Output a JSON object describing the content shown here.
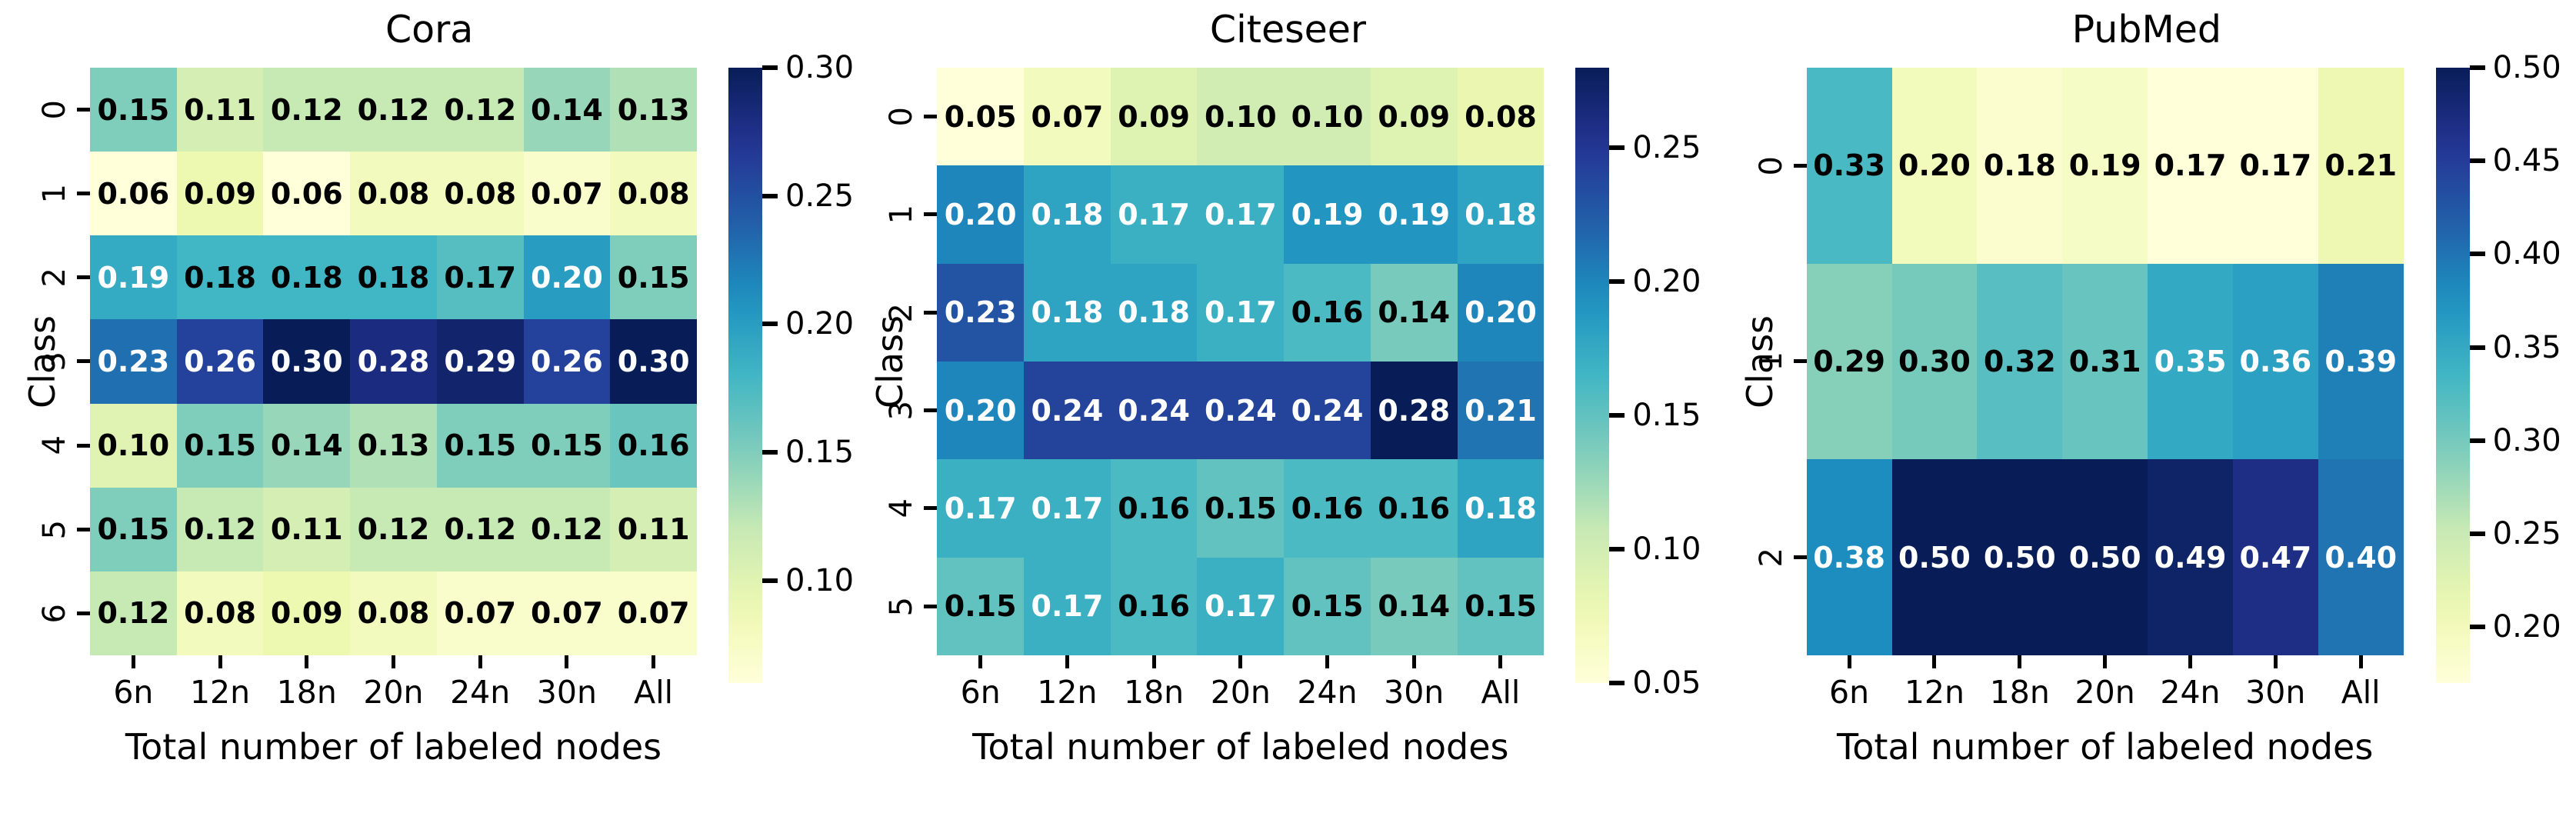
{
  "figure": {
    "columns": [
      "6n",
      "12n",
      "18n",
      "20n",
      "24n",
      "30n",
      "All"
    ],
    "xlabel": "Total number of labeled nodes",
    "ylabel": "Class",
    "colormap": "YlGnBu",
    "text_dark": "#000000",
    "text_light": "#ffffff"
  },
  "chart_data": [
    {
      "type": "heatmap",
      "title": "Cora",
      "xlabel": "Total number of labeled nodes",
      "ylabel": "Class",
      "x_tick_labels": [
        "6n",
        "12n",
        "18n",
        "20n",
        "24n",
        "30n",
        "All"
      ],
      "y_tick_labels": [
        "0",
        "1",
        "2",
        "3",
        "4",
        "5",
        "6"
      ],
      "colormap": "YlGnBu",
      "vmin": 0.06,
      "vmax": 0.3,
      "colorbar_ticks": [
        "0.10",
        "0.15",
        "0.20",
        "0.25",
        "0.30"
      ],
      "colorbar_tick_values": [
        0.1,
        0.15,
        0.2,
        0.25,
        0.3
      ],
      "grid": false,
      "annotated": true,
      "values": [
        [
          0.15,
          0.11,
          0.12,
          0.12,
          0.12,
          0.14,
          0.13
        ],
        [
          0.06,
          0.09,
          0.06,
          0.08,
          0.08,
          0.07,
          0.08
        ],
        [
          0.19,
          0.18,
          0.18,
          0.18,
          0.17,
          0.2,
          0.15
        ],
        [
          0.23,
          0.26,
          0.3,
          0.28,
          0.29,
          0.26,
          0.3
        ],
        [
          0.1,
          0.15,
          0.14,
          0.13,
          0.15,
          0.15,
          0.16
        ],
        [
          0.15,
          0.12,
          0.11,
          0.12,
          0.12,
          0.12,
          0.11
        ],
        [
          0.12,
          0.08,
          0.09,
          0.08,
          0.07,
          0.07,
          0.07
        ]
      ],
      "labels": [
        [
          "0.15",
          "0.11",
          "0.12",
          "0.12",
          "0.12",
          "0.14",
          "0.13"
        ],
        [
          "0.06",
          "0.09",
          "0.06",
          "0.08",
          "0.08",
          "0.07",
          "0.08"
        ],
        [
          "0.19",
          "0.18",
          "0.18",
          "0.18",
          "0.17",
          "0.20",
          "0.15"
        ],
        [
          "0.23",
          "0.26",
          "0.30",
          "0.28",
          "0.29",
          "0.26",
          "0.30"
        ],
        [
          "0.10",
          "0.15",
          "0.14",
          "0.13",
          "0.15",
          "0.15",
          "0.16"
        ],
        [
          "0.15",
          "0.12",
          "0.11",
          "0.12",
          "0.12",
          "0.12",
          "0.11"
        ],
        [
          "0.12",
          "0.08",
          "0.09",
          "0.08",
          "0.07",
          "0.07",
          "0.07"
        ]
      ]
    },
    {
      "type": "heatmap",
      "title": "Citeseer",
      "xlabel": "Total number of labeled nodes",
      "ylabel": "Class",
      "x_tick_labels": [
        "6n",
        "12n",
        "18n",
        "20n",
        "24n",
        "30n",
        "All"
      ],
      "y_tick_labels": [
        "0",
        "1",
        "2",
        "3",
        "4",
        "5"
      ],
      "colormap": "YlGnBu",
      "vmin": 0.05,
      "vmax": 0.28,
      "colorbar_ticks": [
        "0.05",
        "0.10",
        "0.15",
        "0.20",
        "0.25"
      ],
      "colorbar_tick_values": [
        0.05,
        0.1,
        0.15,
        0.2,
        0.25
      ],
      "grid": false,
      "annotated": true,
      "values": [
        [
          0.05,
          0.07,
          0.09,
          0.1,
          0.1,
          0.09,
          0.08
        ],
        [
          0.2,
          0.18,
          0.17,
          0.17,
          0.19,
          0.19,
          0.18
        ],
        [
          0.23,
          0.18,
          0.18,
          0.17,
          0.16,
          0.14,
          0.2
        ],
        [
          0.2,
          0.24,
          0.24,
          0.24,
          0.24,
          0.28,
          0.21
        ],
        [
          0.17,
          0.17,
          0.16,
          0.15,
          0.16,
          0.16,
          0.18
        ],
        [
          0.15,
          0.17,
          0.16,
          0.17,
          0.15,
          0.14,
          0.15
        ]
      ],
      "labels": [
        [
          "0.05",
          "0.07",
          "0.09",
          "0.10",
          "0.10",
          "0.09",
          "0.08"
        ],
        [
          "0.20",
          "0.18",
          "0.17",
          "0.17",
          "0.19",
          "0.19",
          "0.18"
        ],
        [
          "0.23",
          "0.18",
          "0.18",
          "0.17",
          "0.16",
          "0.14",
          "0.20"
        ],
        [
          "0.20",
          "0.24",
          "0.24",
          "0.24",
          "0.24",
          "0.28",
          "0.21"
        ],
        [
          "0.17",
          "0.17",
          "0.16",
          "0.15",
          "0.16",
          "0.16",
          "0.18"
        ],
        [
          "0.15",
          "0.17",
          "0.16",
          "0.17",
          "0.15",
          "0.14",
          "0.15"
        ]
      ]
    },
    {
      "type": "heatmap",
      "title": "PubMed",
      "xlabel": "Total number of labeled nodes",
      "ylabel": "Class",
      "x_tick_labels": [
        "6n",
        "12n",
        "18n",
        "20n",
        "24n",
        "30n",
        "All"
      ],
      "y_tick_labels": [
        "0",
        "1",
        "2"
      ],
      "colormap": "YlGnBu",
      "vmin": 0.17,
      "vmax": 0.5,
      "colorbar_ticks": [
        "0.20",
        "0.25",
        "0.30",
        "0.35",
        "0.40",
        "0.45",
        "0.50"
      ],
      "colorbar_tick_values": [
        0.2,
        0.25,
        0.3,
        0.35,
        0.4,
        0.45,
        0.5
      ],
      "grid": false,
      "annotated": true,
      "values": [
        [
          0.33,
          0.2,
          0.18,
          0.19,
          0.17,
          0.17,
          0.21
        ],
        [
          0.29,
          0.3,
          0.32,
          0.31,
          0.35,
          0.36,
          0.39
        ],
        [
          0.38,
          0.5,
          0.5,
          0.5,
          0.49,
          0.47,
          0.4
        ]
      ],
      "labels": [
        [
          "0.33",
          "0.20",
          "0.18",
          "0.19",
          "0.17",
          "0.17",
          "0.21"
        ],
        [
          "0.29",
          "0.30",
          "0.32",
          "0.31",
          "0.35",
          "0.36",
          "0.39"
        ],
        [
          "0.38",
          "0.50",
          "0.50",
          "0.50",
          "0.49",
          "0.47",
          "0.40"
        ]
      ]
    }
  ]
}
